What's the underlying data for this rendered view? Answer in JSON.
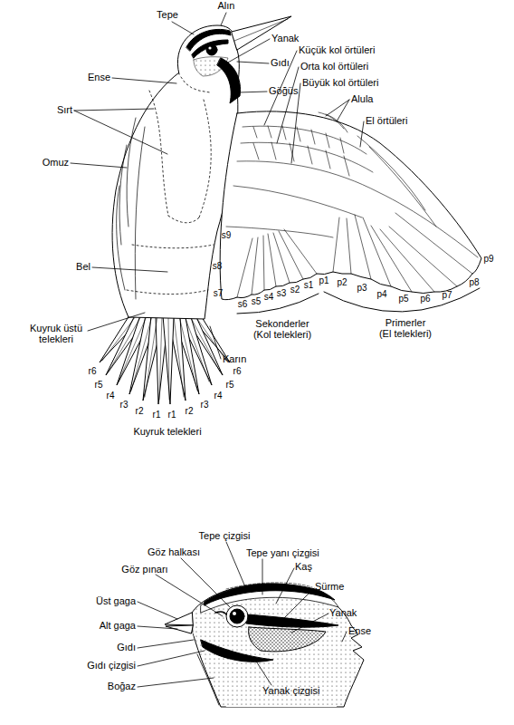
{
  "diagram": {
    "labels": [
      "Tepe",
      "Alın",
      "Yanak",
      "Ense",
      "Gıdı",
      "Göğüs",
      "Küçük kol örtüleri",
      "Orta kol örtüleri",
      "Büyük kol örtüleri",
      "Sırt",
      "Alula",
      "El örtüleri",
      "Omuz",
      "s9",
      "s8",
      "Bel",
      "s7",
      "s6",
      "s5",
      "s4",
      "s3",
      "s2",
      "s1",
      "p1",
      "p2",
      "p3",
      "p4",
      "p5",
      "p6",
      "p7",
      "p8",
      "p9",
      "Sekonderler",
      "(Kol telekleri)",
      "Primerler",
      "(El telekleri)",
      "Kuyruk üstü telekleri",
      "Karın",
      "r6",
      "r5",
      "r4",
      "r3",
      "r2",
      "r1",
      "r1",
      "r2",
      "r3",
      "r4",
      "r5",
      "r6",
      "Kuyruk telekleri",
      "Tepe çizgisi",
      "Göz halkası",
      "Tepe yanı çizgisi",
      "Göz pınarı",
      "Kaş",
      "Sürme",
      "Üst gaga",
      "Yanak",
      "Ense",
      "Alt gaga",
      "Gıdı",
      "Gıdı çizgisi",
      "Boğaz",
      "Yanak çizgisi"
    ]
  }
}
